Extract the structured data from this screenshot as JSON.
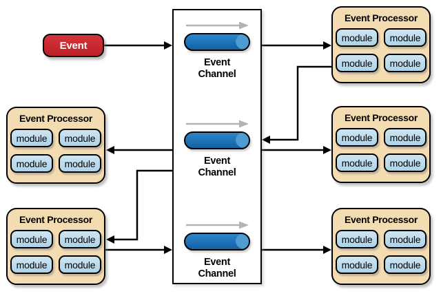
{
  "event": {
    "label": "Event"
  },
  "channel_box": {
    "channels": [
      {
        "label": "Event Channel"
      },
      {
        "label": "Event Channel"
      },
      {
        "label": "Event Channel"
      }
    ]
  },
  "processors": [
    {
      "position": "top-right",
      "title": "Event Processor",
      "modules": [
        "module",
        "module",
        "module",
        "module"
      ]
    },
    {
      "position": "middle-right",
      "title": "Event Processor",
      "modules": [
        "module",
        "module",
        "module",
        "module"
      ]
    },
    {
      "position": "bottom-right",
      "title": "Event Processor",
      "modules": [
        "module",
        "module",
        "module",
        "module"
      ]
    },
    {
      "position": "middle-left",
      "title": "Event Processor",
      "modules": [
        "module",
        "module",
        "module",
        "module"
      ]
    },
    {
      "position": "bottom-left",
      "title": "Event Processor",
      "modules": [
        "module",
        "module",
        "module",
        "module"
      ]
    }
  ],
  "colors": {
    "event_fill": "#c4232b",
    "processor_fill": "#f4dcb2",
    "module_fill": "#b4d7e9",
    "cylinder_fill": "#1c72b7",
    "cylinder_cap": "#4f9cd3",
    "flow_arrow_gray": "#b3b3b3",
    "connector_black": "#000000"
  }
}
